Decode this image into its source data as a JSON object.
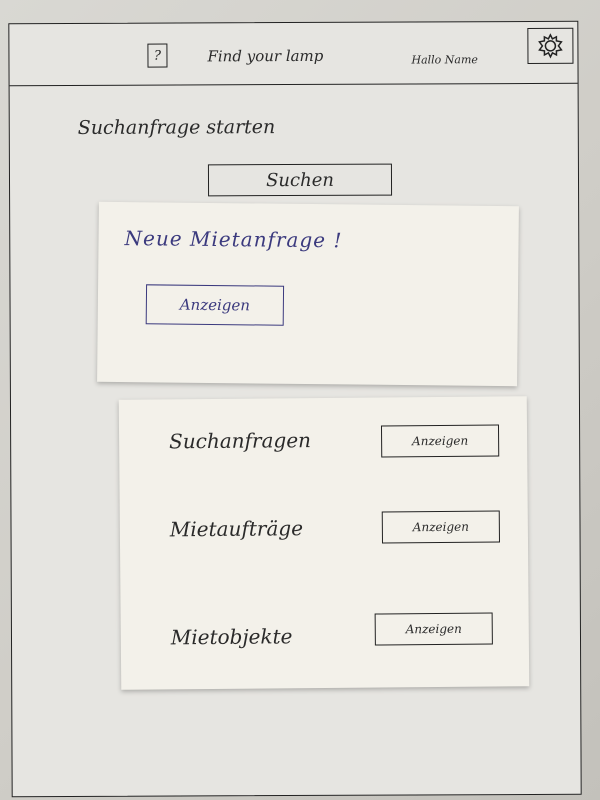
{
  "header": {
    "help_icon_glyph": "?",
    "help_icon": "help-icon",
    "app_title": "Find your lamp",
    "greeting": "Hallo Name",
    "settings_icon": "gear-icon"
  },
  "search_section": {
    "label": "Suchanfrage starten",
    "button_label": "Suchen"
  },
  "notification": {
    "title": "Neue Mietanfrage !",
    "button_label": "Anzeigen"
  },
  "overview": {
    "rows": [
      {
        "label": "Suchanfragen",
        "button_label": "Anzeigen"
      },
      {
        "label": "Mietaufträge",
        "button_label": "Anzeigen"
      },
      {
        "label": "Mietobjekte",
        "button_label": "Anzeigen"
      }
    ]
  },
  "colors": {
    "ink": "#2a2a2a",
    "blue_ink": "#3b3a7e",
    "paper": "#e6e5e1",
    "sticky_note": "#f3f1ea"
  }
}
